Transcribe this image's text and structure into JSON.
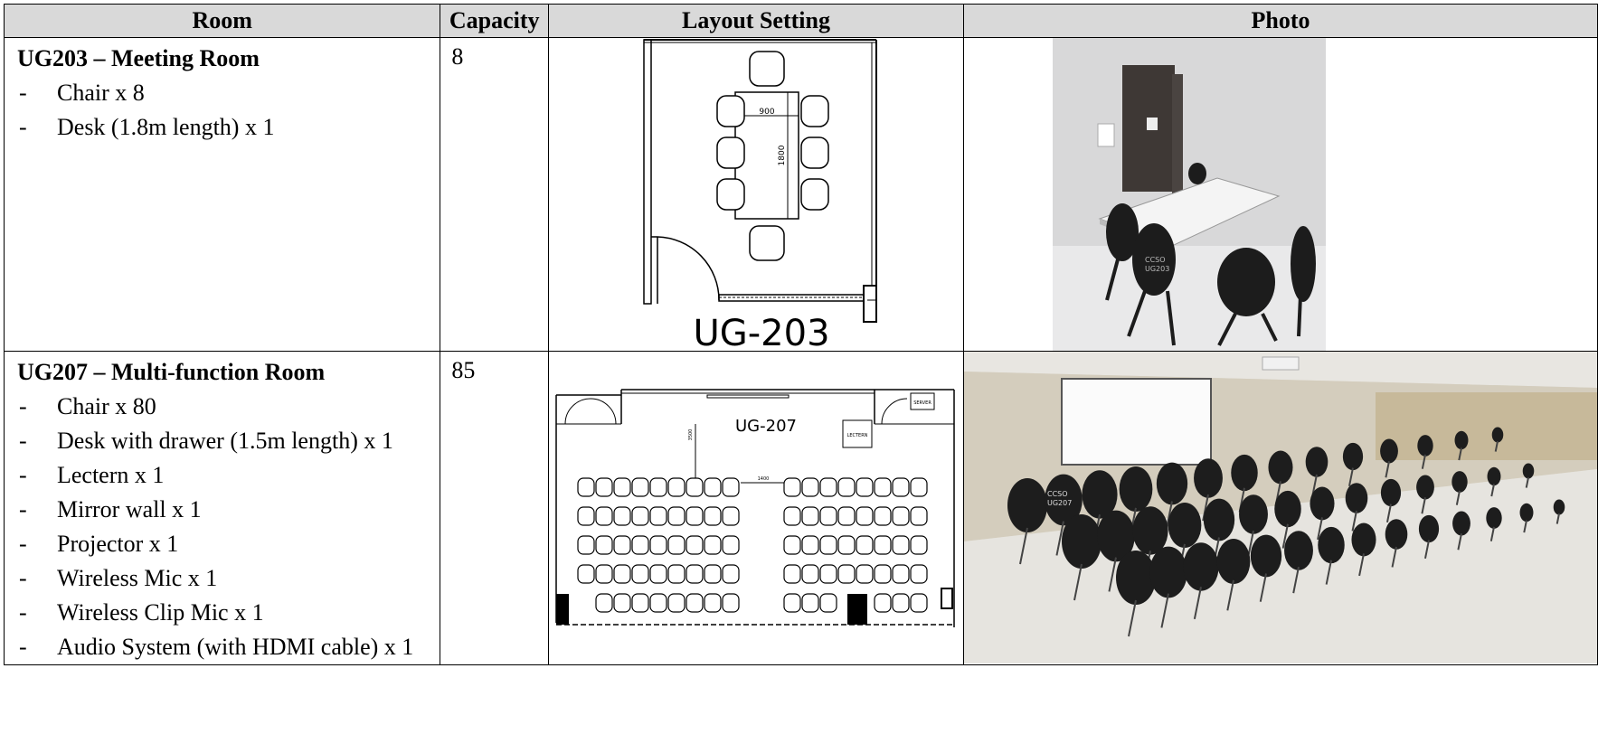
{
  "headers": {
    "room": "Room",
    "capacity": "Capacity",
    "layout": "Layout Setting",
    "photo": "Photo"
  },
  "rows": [
    {
      "room": "UG203 – Meeting Room",
      "items": [
        "Chair x 8",
        "Desk (1.8m length) x 1"
      ],
      "capacity": "8",
      "plan_label": "UG-203",
      "plan_notes": {
        "width": "900",
        "length": "1800"
      }
    },
    {
      "room": "UG207 – Multi-function Room",
      "items": [
        "Chair x 80",
        "Desk with drawer (1.5m length) x 1",
        "Lectern x 1",
        "Mirror wall x 1",
        "Projector x 1",
        "Wireless Mic x 1",
        "Wireless Clip Mic x 1",
        "Audio System (with HDMI cable) x 1"
      ],
      "capacity": "85",
      "plan_label": "UG-207",
      "plan_notes": {
        "lectern": "LECTERN",
        "server": "SERVER",
        "spacing": "1400",
        "depth": "3500"
      }
    }
  ],
  "photo_text": {
    "chair_print_1": "CCSO",
    "chair_print_2": "UG203",
    "chair_print_3": "UG207"
  }
}
